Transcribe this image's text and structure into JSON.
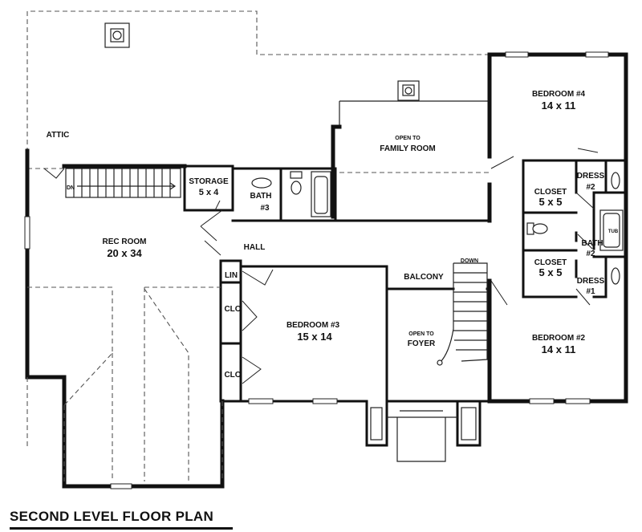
{
  "title": "SECOND LEVEL FLOOR PLAN",
  "rooms": {
    "attic": "ATTIC",
    "rec_room": {
      "name": "REC ROOM",
      "size": "20 x 34"
    },
    "storage": {
      "name": "STORAGE",
      "size": "5 x 4"
    },
    "bath3": {
      "name": "BATH",
      "num": "#3"
    },
    "hall": "HALL",
    "lin": "LIN",
    "clo1": "CLO",
    "clo2": "CLO",
    "bedroom3": {
      "name": "BEDROOM #3",
      "size": "15 x 14"
    },
    "open_family": {
      "line1": "OPEN TO",
      "line2": "FAMILY ROOM"
    },
    "bedroom4": {
      "name": "BEDROOM #4",
      "size": "14 x 11"
    },
    "closet1": {
      "name": "CLOSET",
      "size": "5 x 5"
    },
    "closet2": {
      "name": "CLOSET",
      "size": "5 x 5"
    },
    "dress2": {
      "name": "DRESS",
      "num": "#2"
    },
    "dress1": {
      "name": "DRESS",
      "num": "#1"
    },
    "bath2": {
      "name": "BATH",
      "num": "#2"
    },
    "tub": "TUB",
    "balcony": "BALCONY",
    "open_foyer": {
      "line1": "OPEN TO",
      "line2": "FOYER"
    },
    "bedroom2": {
      "name": "BEDROOM #2",
      "size": "14 x 11"
    }
  },
  "stairs": {
    "down": "DOWN",
    "dn": "DN"
  }
}
